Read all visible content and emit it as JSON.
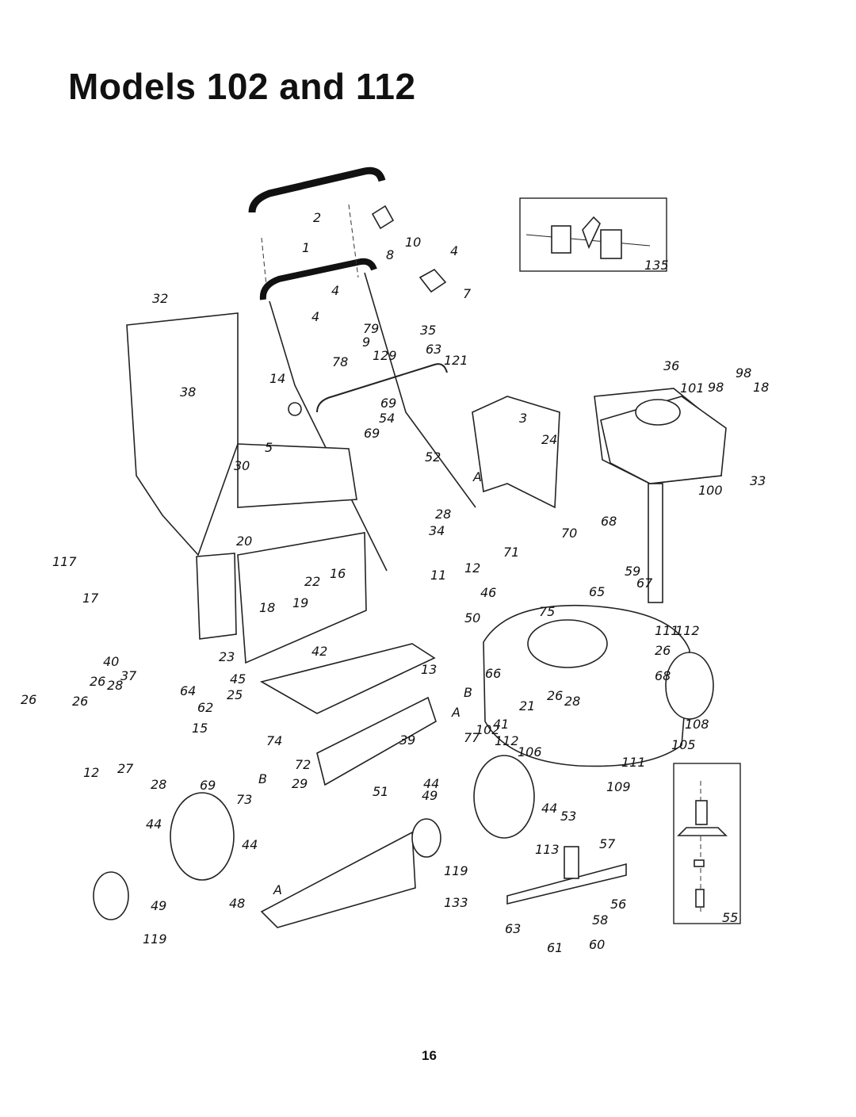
{
  "title": "Models 102 and 112",
  "page_number": "16",
  "callouts": [
    "1",
    "2",
    "3",
    "4",
    "4",
    "4",
    "5",
    "7",
    "8",
    "9",
    "10",
    "11",
    "12",
    "12",
    "13",
    "14",
    "15",
    "16",
    "17",
    "18",
    "18",
    "19",
    "20",
    "21",
    "22",
    "23",
    "24",
    "25",
    "26",
    "26",
    "26",
    "26",
    "26",
    "27",
    "28",
    "28",
    "28",
    "28",
    "29",
    "30",
    "32",
    "33",
    "34",
    "35",
    "36",
    "37",
    "38",
    "39",
    "40",
    "41",
    "42",
    "44",
    "44",
    "44",
    "44",
    "45",
    "46",
    "48",
    "49",
    "49",
    "50",
    "51",
    "52",
    "53",
    "54",
    "55",
    "56",
    "57",
    "58",
    "59",
    "60",
    "61",
    "62",
    "63",
    "63",
    "64",
    "65",
    "66",
    "67",
    "68",
    "68",
    "69",
    "69",
    "69",
    "70",
    "71",
    "72",
    "73",
    "74",
    "75",
    "77",
    "78",
    "79",
    "98",
    "98",
    "100",
    "101",
    "102",
    "105",
    "106",
    "108",
    "109",
    "111",
    "111",
    "112",
    "112",
    "113",
    "117",
    "119",
    "119",
    "121",
    "129",
    "133",
    "135",
    "A",
    "A",
    "A",
    "B",
    "B"
  ],
  "inset_boxes": [
    "135",
    "55"
  ]
}
